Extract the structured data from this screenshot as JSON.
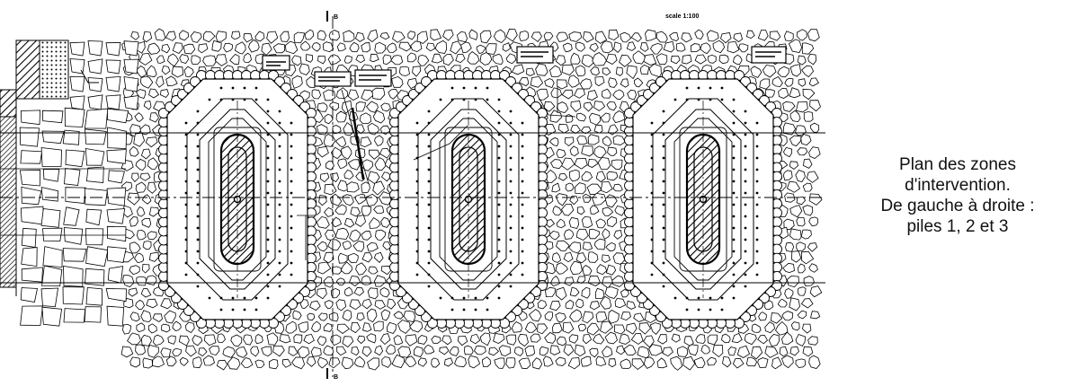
{
  "drawing": {
    "scale_label": "scale 1:100",
    "section_marker": "B",
    "piles": [
      {
        "number": 1
      },
      {
        "number": 2
      },
      {
        "number": 3
      }
    ]
  },
  "caption": {
    "lines": [
      "Plan des zones",
      "d'intervention.",
      "De gauche à droite :",
      "piles 1, 2 et 3"
    ]
  },
  "colors": {
    "line": "#000000",
    "background": "#ffffff",
    "hatch_fill": "#555555"
  }
}
